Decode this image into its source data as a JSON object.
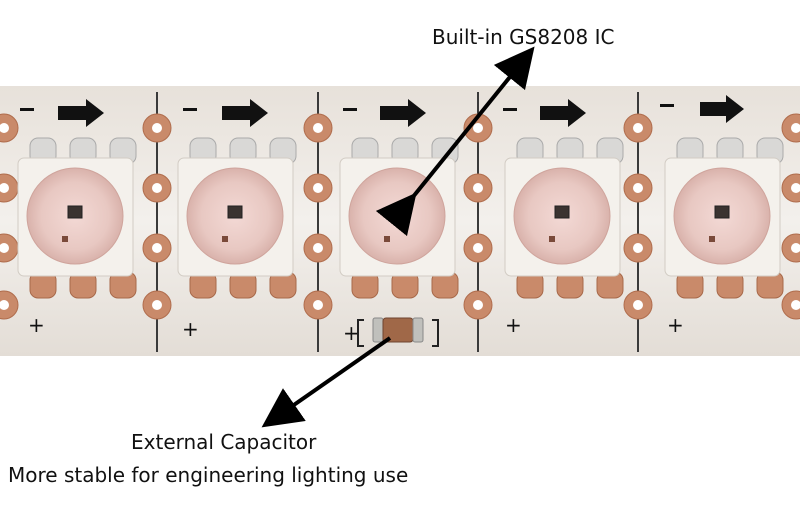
{
  "annotations": {
    "ic_label": "Built-in GS8208 IC",
    "capacitor_label": "External Capacitor",
    "capacitor_note": "More stable for engineering lighting use"
  },
  "pcb_markings": {
    "minus": "−",
    "plus": "+"
  },
  "colors": {
    "pcb": "#f2efea",
    "copper": "#c98a6a",
    "led_body": "#f4f1ec",
    "arrow": "#000000"
  }
}
